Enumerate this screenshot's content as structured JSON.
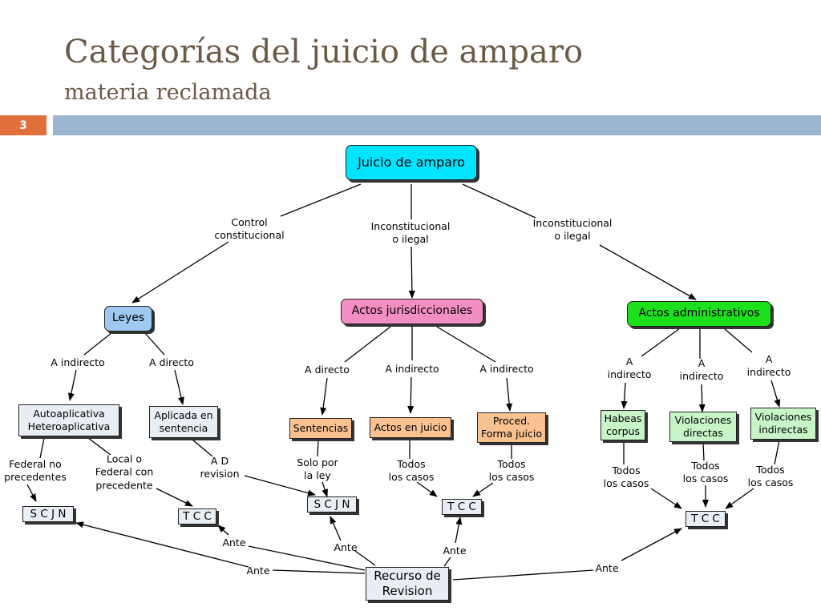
{
  "header": {
    "title": "Categorías del juicio de amparo",
    "subtitle": "materia reclamada",
    "slide_number": "3"
  },
  "colors": {
    "accent_orange": "#e06f3c",
    "bar_blue": "#9cb6d0",
    "title_brown": "#6b5a45",
    "root_cyan": "#00e5ff",
    "leyes_blue": "#9ec9f0",
    "jurisdiccionales_pink": "#f38ec2",
    "administrativos_green": "#1de01d",
    "peach": "#f9c290",
    "light_green": "#c8f5c8"
  },
  "nodes": {
    "root": "Juicio de amparo",
    "leyes": "Leyes",
    "jurisdiccionales": "Actos jurisdiccionales",
    "administrativos": "Actos administrativos",
    "autoaplicativa": [
      "Autoaplicativa",
      "Heteroaplicativa"
    ],
    "aplicada": [
      "Aplicada en",
      "sentencia"
    ],
    "sentencias": "Sentencias",
    "actos_juicio": "Actos en juicio",
    "proced": [
      "Proced.",
      "Forma juicio"
    ],
    "habeas": [
      "Habeas",
      "corpus"
    ],
    "viol_directas": [
      "Violaciones",
      "directas"
    ],
    "viol_indirectas": [
      "Violaciones",
      "indirectas"
    ],
    "scjn_left": "S C J N",
    "tcc_left": "T C C",
    "scjn_mid": "S C J N",
    "tcc_mid": "T C C",
    "tcc_right": "T C C",
    "recurso": [
      "Recurso de",
      "Revision"
    ]
  },
  "labels": {
    "control": [
      "Control",
      "constitucional"
    ],
    "inconst_mid": [
      "Inconstitucional",
      "o ilegal"
    ],
    "inconst_right": [
      "Inconstitucional",
      "o ilegal"
    ],
    "leyes_indirecto": "A indirecto",
    "leyes_directo": "A directo",
    "jur_directo": "A directo",
    "jur_indirecto_1": "A indirecto",
    "jur_indirecto_2": "A indirecto",
    "adm_indirecto_1": [
      "A",
      "indirecto"
    ],
    "adm_indirecto_2": [
      "A",
      "indirecto"
    ],
    "adm_indirecto_3": [
      "A",
      "indirecto"
    ],
    "federal_no": [
      "Federal no",
      "precedentes"
    ],
    "local_federal": [
      "Local o",
      "Federal con",
      "precedente"
    ],
    "ad_revision": [
      "A D",
      "revision"
    ],
    "solo_por": [
      "Solo por",
      "la ley"
    ],
    "todos_1": [
      "Todos",
      "los casos"
    ],
    "todos_2": [
      "Todos",
      "los casos"
    ],
    "todos_3": [
      "Todos",
      "los casos"
    ],
    "todos_4": [
      "Todos",
      "los casos"
    ],
    "todos_5": [
      "Todos",
      "los casos"
    ],
    "ante_1": "Ante",
    "ante_2": "Ante",
    "ante_3": "Ante",
    "ante_4": "Ante",
    "ante_5": "Ante"
  }
}
